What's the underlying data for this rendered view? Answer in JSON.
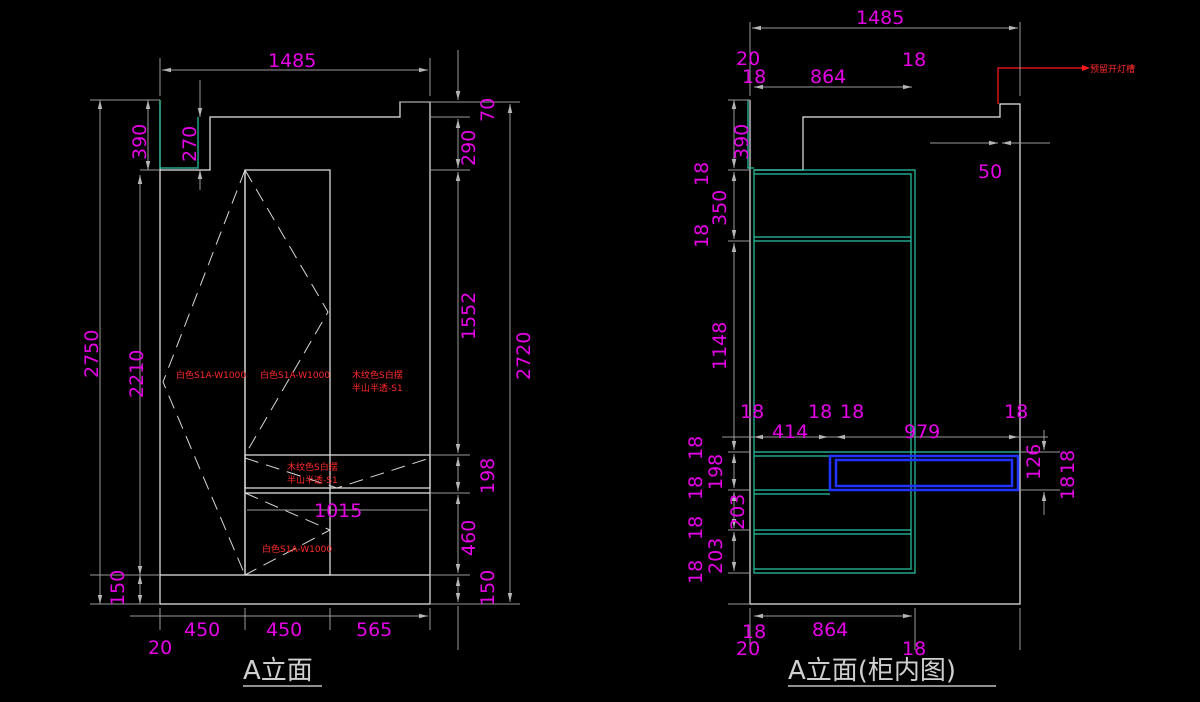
{
  "drawing_left": {
    "title": "A立面",
    "dims": {
      "top_width": "1485",
      "top_390": "390",
      "top_270": "270",
      "right_70": "70",
      "right_290": "290",
      "right_1552": "1552",
      "right_198": "198",
      "right_460": "460",
      "right_150": "150",
      "right_2720": "2720",
      "left_2750": "2750",
      "left_2210": "2210",
      "left_150": "150",
      "inner_1015": "1015",
      "bottom_20": "20",
      "bottom_450a": "450",
      "bottom_450b": "450",
      "bottom_565": "565"
    },
    "labels": {
      "door1": "白色S1A-W1000",
      "door2": "白色S1A-W1000",
      "open_l1": "木纹色S白摆",
      "open_l2": "半山半透-S1",
      "shelf_l1": "木纹色S白摆",
      "shelf_l2": "半山半透-S1",
      "door3": "白色S1A-W1000"
    }
  },
  "drawing_right": {
    "title": "A立面(柜内图)",
    "note": "预留开灯槽",
    "dims": {
      "top_width": "1485",
      "top_20": "20",
      "top_18a": "18",
      "top_864": "864",
      "top_18b": "18",
      "left_390": "390",
      "left_18a": "18",
      "left_350": "350",
      "left_18b": "18",
      "left_1148": "1148",
      "gap_50": "50",
      "mid_18a": "18",
      "mid_18b": "18",
      "mid_18c": "18",
      "mid_18d": "18",
      "mid_414": "414",
      "mid_979": "979",
      "r_126": "126",
      "r_18a": "18",
      "r_18b": "18",
      "l_18a": "18",
      "l_198": "198",
      "l_18b": "18",
      "l_203a": "203",
      "l_18c": "18",
      "l_203b": "203",
      "l_18d": "18",
      "bottom_18a": "18",
      "bottom_864": "864",
      "bottom_20": "20",
      "bottom_18b": "18"
    }
  }
}
